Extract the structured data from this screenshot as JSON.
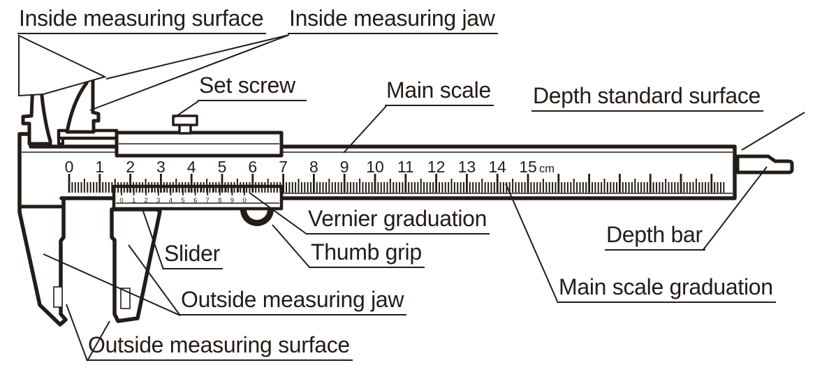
{
  "diagram_title": "Vernier caliper parts diagram",
  "ink_color": "#231c18",
  "labels": {
    "inside_measuring_surface": "Inside measuring surface",
    "inside_measuring_jaw": "Inside measuring jaw",
    "set_screw": "Set screw",
    "main_scale": "Main scale",
    "depth_standard_surface": "Depth standard surface",
    "vernier_graduation": "Vernier graduation",
    "thumb_grip": "Thumb grip",
    "slider": "Slider",
    "depth_bar": "Depth bar",
    "main_scale_graduation": "Main scale graduation",
    "outside_measuring_jaw": "Outside measuring jaw",
    "outside_measuring_surface": "Outside measuring surface"
  },
  "main_scale": {
    "unit": "cm",
    "numbers": [
      0,
      1,
      2,
      3,
      4,
      5,
      6,
      7,
      8,
      9,
      10,
      11,
      12,
      13,
      14,
      15
    ],
    "minor_ticks_per_cm": 10,
    "unnumbered_ticks_continue_to_cm": 21.4
  },
  "vernier_scale": {
    "numbers": [
      "0",
      "1",
      "2",
      "3",
      "4",
      "5",
      "6",
      "7",
      "8",
      "9",
      "0"
    ],
    "half_ticks_between_numbers": 1
  }
}
